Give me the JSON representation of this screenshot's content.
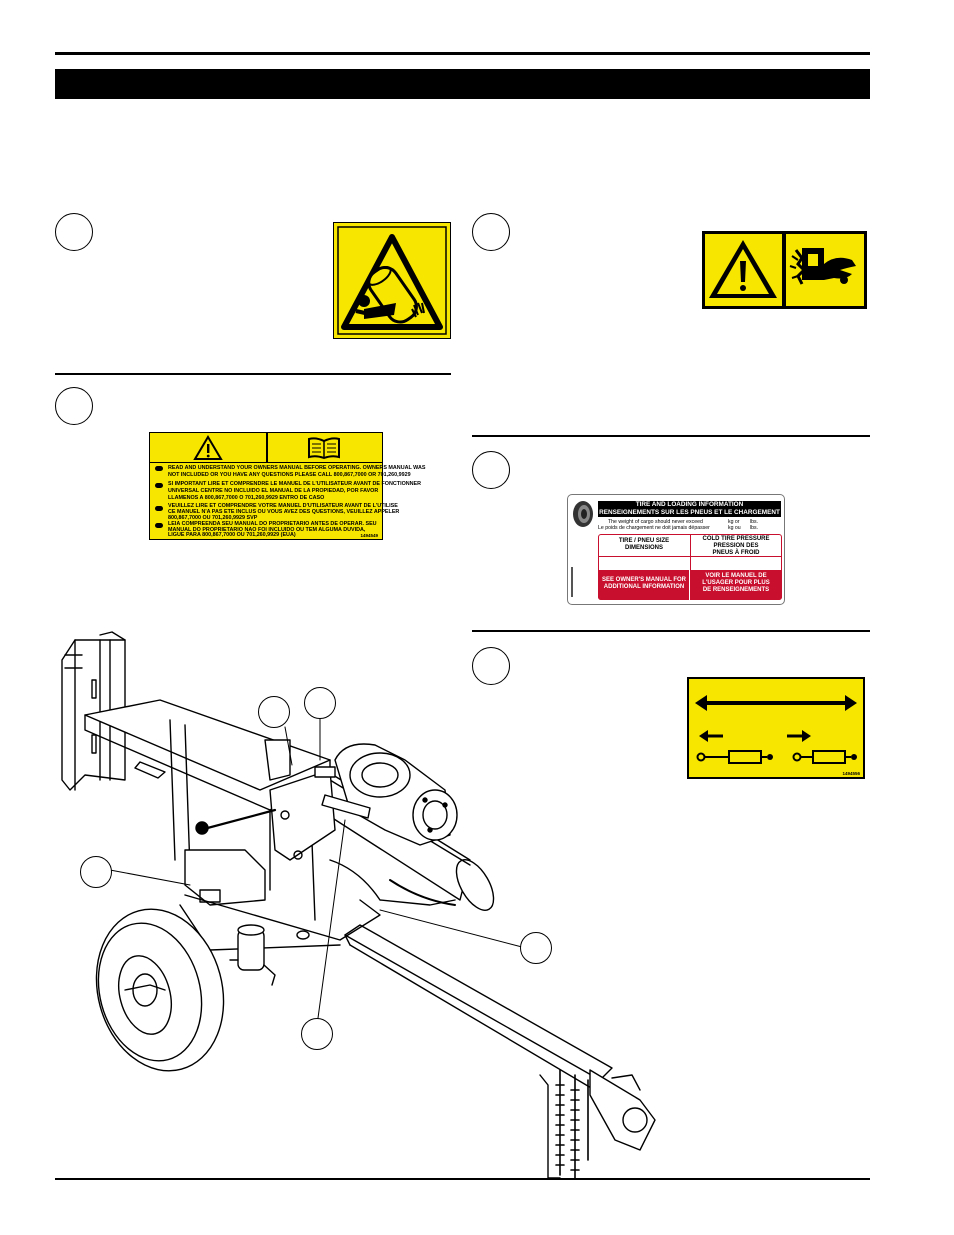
{
  "page": {
    "header_bar_text": ""
  },
  "decals": {
    "shaft_guard": {
      "icon": "rotating-shaft-entanglement-icon",
      "code": ""
    },
    "crush_hazard": {
      "icons": [
        "warning-triangle-icon",
        "hand-crush-icon"
      ]
    },
    "read_manual": {
      "icons": [
        "warning-triangle-icon",
        "open-book-icon"
      ],
      "lines": [
        "READ AND UNDERSTAND YOUR OWNERS MANUAL BEFORE OPERATING. OWNERS MANUAL WAS",
        "NOT INCLUDED OR YOU HAVE ANY QUESTIONS PLEASE CALL 800,867,7000 OR 701,260,9929",
        "SI IMPORTANT LIRE ET COMPRENDRE LE MANUEL DE L'UTILISATEUR AVANT DE FONCTIONNER",
        "UNIVERSAL CENTRE NO INCLUIDO EL MANUAL DE LA PROPIEDAD, POR FAVOR",
        "LLAMENOS A 800,867,7000 O 701,260,9929 ENTRO DE CASO",
        "VEUILLEZ LIRE ET COMPRENDRE VOTRE MANUEL D'UTILISATEUR AVANT DE L'UTILISE",
        "CE MANUEL N'A PAS ETE INCLUS OU VOUS AVEZ DES QUESTIONS, VEUILLEZ APPELER",
        "800,867,7000 OU 701,260,9929 SVP",
        "LEIA COMPREENDA SEU MANUAL DO PROPRIETARIO ANTES DE OPERAR. SEU",
        "MANUAL DO PROPRIETARIO NAO FOI INCLUIDO OU TEM ALGUMA DUVIDA,",
        "LIGUE PARA 800,867,7000 OU 701,260,9929 (EUA)"
      ],
      "code": "1494549"
    },
    "tire_loading": {
      "header_line1": "TIRE AND LOADING INFORMATION",
      "header_line2": "RENSEIGNEMENTS SUR LES PNEUS ET LE CHARGEMENT",
      "weight_line_en": "The weight of cargo should never exceed",
      "weight_line_fr": "Le poids de chargement ne doit jamais dépasser",
      "unit_kg_1": "kg or",
      "unit_lbs_1": "lbs.",
      "unit_kg_2": "kg ou",
      "unit_lbs_2": "lbs.",
      "col1": "TIRE / PNEU SIZE\nDIMENSIONS",
      "col2": "COLD TIRE PRESSURE\nPRESSION DES\nPNEUS À FROID",
      "foot1": "SEE OWNER'S MANUAL FOR\nADDITIONAL INFORMATION",
      "foot2": "VOIR LE MANUEL DE\nL'USAGER POUR PLUS\nDE RENSEIGNEMENTS"
    },
    "valve_direction": {
      "icons": [
        "double-arrow-icon",
        "left-arrow-icon",
        "right-arrow-icon",
        "cylinder-retract-icon",
        "cylinder-extend-icon"
      ],
      "code": "1494556"
    }
  },
  "colors": {
    "decal_yellow": "#f7e600",
    "tire_red": "#c8102e",
    "ink": "#000000"
  }
}
